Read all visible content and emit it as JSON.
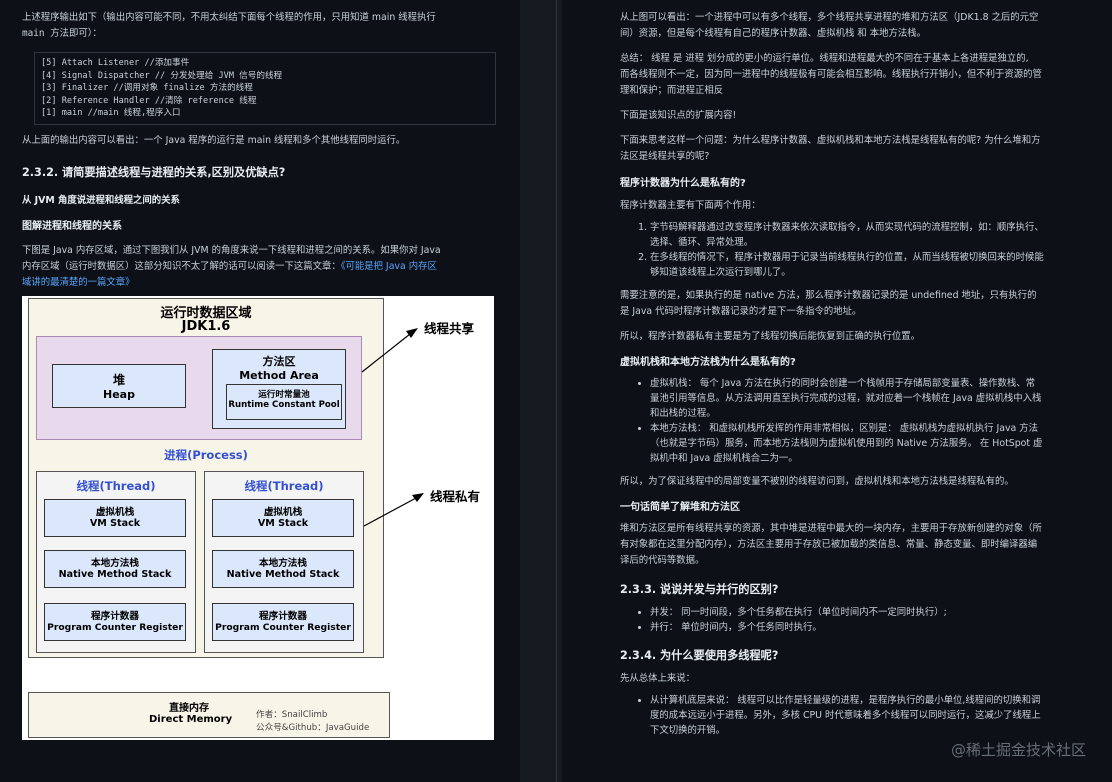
{
  "left": {
    "intro": "上述程序输出如下（输出内容可能不同，不用太纠结下面每个线程的作用，只用知道 main 线程执行",
    "intro2": "main 方法即可）：",
    "code": [
      "[5] Attach Listener //添加事件",
      "[4] Signal Dispatcher // 分发处理给 JVM 信号的线程",
      "[3] Finalizer //调用对象 finalize 方法的线程",
      "[2] Reference Handler //清除 reference 线程",
      "[1] main //main 线程,程序入口"
    ],
    "after_code": "从上面的输出内容可以看出：一个 Java 程序的运行是 main 线程和多个其他线程同时运行。",
    "h_232": "2.3.2. 请简要描述线程与进程的关系,区别及优缺点?",
    "sub1": "从 JVM 角度说进程和线程之间的关系",
    "sub2": "图解进程和线程的关系",
    "para1": "下图是 Java 内存区域，通过下图我们从 JVM 的角度来说一下线程和进程之间的关系。如果你对 Java",
    "para2": "内存区域（运行时数据区）这部分知识不太了解的话可以阅读一下这篇文章：",
    "link1": "《可能是把 Java 内存区",
    "link2": "域讲的最清楚的一篇文章》",
    "diagram": {
      "title": "运行时数据区域",
      "version": "JDK1.6",
      "heap_cn": "堆",
      "heap_en": "Heap",
      "method_cn": "方法区",
      "method_en": "Method Area",
      "pool_cn": "运行时常量池",
      "pool_en": "Runtime Constant Pool",
      "process": "进程(Process)",
      "thread": "线程(Thread)",
      "vm_cn": "虚拟机栈",
      "vm_en": "VM Stack",
      "native_cn": "本地方法栈",
      "native_en": "Native Method Stack",
      "pc_cn": "程序计数器",
      "pc_en": "Program Counter Register",
      "shared": "线程共享",
      "private": "线程私有",
      "direct_cn": "直接内存",
      "direct_en": "Direct Memory",
      "author": "作者：SnailClimb",
      "github": "公众号&Github：JavaGuide"
    }
  },
  "right": {
    "p1a": "从上图可以看出：一个进程中可以有多个线程，多个线程共享进程的堆和方法区（JDK1.8 之后的元空",
    "p1b": "间）资源，但是每个线程有自己的程序计数器、虚拟机栈 和 本地方法栈。",
    "p2a": "总结： 线程 是 进程 划分成的更小的运行单位。线程和进程最大的不同在于基本上各进程是独立的,",
    "p2b": "而各线程则不一定，因为同一进程中的线程极有可能会相互影响。线程执行开销小，但不利于资源的管",
    "p2c": "理和保护；而进程正相反",
    "p3": "下面是该知识点的扩展内容!",
    "p4a": "下面来思考这样一个问题：为什么程序计数器、虚拟机栈和本地方法栈是线程私有的呢? 为什么堆和方",
    "p4b": "法区是线程共享的呢?",
    "h_pc": "程序计数器为什么是私有的?",
    "p5": "程序计数器主要有下面两个作用：",
    "ol": [
      [
        "字节码解释器通过改变程序计数器来依次读取指令，从而实现代码的流程控制，如：顺序执行、",
        "选择、循环、异常处理。"
      ],
      [
        "在多线程的情况下，程序计数器用于记录当前线程执行的位置，从而当线程被切换回来的时候能",
        "够知道该线程上次运行到哪儿了。"
      ]
    ],
    "p6a": "需要注意的是，如果执行的是 native 方法，那么程序计数器记录的是 undefined 地址，只有执行的",
    "p6b": "是 Java 代码时程序计数器记录的才是下一条指令的地址。",
    "p7": "所以，程序计数器私有主要是为了线程切换后能恢复到正确的执行位置。",
    "h_vm": "虚拟机栈和本地方法栈为什么是私有的?",
    "ul": [
      [
        "虚拟机栈： 每个 Java 方法在执行的同时会创建一个栈帧用于存储局部变量表、操作数栈、常",
        "量池引用等信息。从方法调用直至执行完成的过程，就对应着一个栈帧在 Java 虚拟机栈中入栈",
        "和出栈的过程。"
      ],
      [
        "本地方法栈： 和虚拟机栈所发挥的作用非常相似，区别是： 虚拟机栈为虚拟机执行 Java 方法",
        "（也就是字节码）服务，而本地方法栈则为虚拟机使用到的 Native 方法服务。 在 HotSpot 虚",
        "拟机中和 Java 虚拟机栈合二为一。"
      ]
    ],
    "p8": "所以，为了保证线程中的局部变量不被别的线程访问到，虚拟机栈和本地方法栈是线程私有的。",
    "h_heap": "一句话简单了解堆和方法区",
    "p9a": "堆和方法区是所有线程共享的资源，其中堆是进程中最大的一块内存，主要用于存放新创建的对象（所",
    "p9b": "有对象都在这里分配内存），方法区主要用于存放已被加载的类信息、常量、静态变量、即时编译器编",
    "p9c": "译后的代码等数据。",
    "h_233": "2.3.3. 说说并发与并行的区别?",
    "ul2": [
      "并发： 同一时间段，多个任务都在执行（单位时间内不一定同时执行）;",
      "并行： 单位时间内，多个任务同时执行。"
    ],
    "h_234": "2.3.4. 为什么要使用多线程呢?",
    "p10": "先从总体上来说：",
    "ul3a": "从计算机底层来说： 线程可以比作是轻量级的进程，是程序执行的最小单位,线程间的切换和调",
    "ul3b": "度的成本远远小于进程。另外，多核 CPU 时代意味着多个线程可以同时运行，这减少了线程上",
    "ul3c": "下文切换的开销。"
  },
  "watermark": "@稀土掘金技术社区"
}
